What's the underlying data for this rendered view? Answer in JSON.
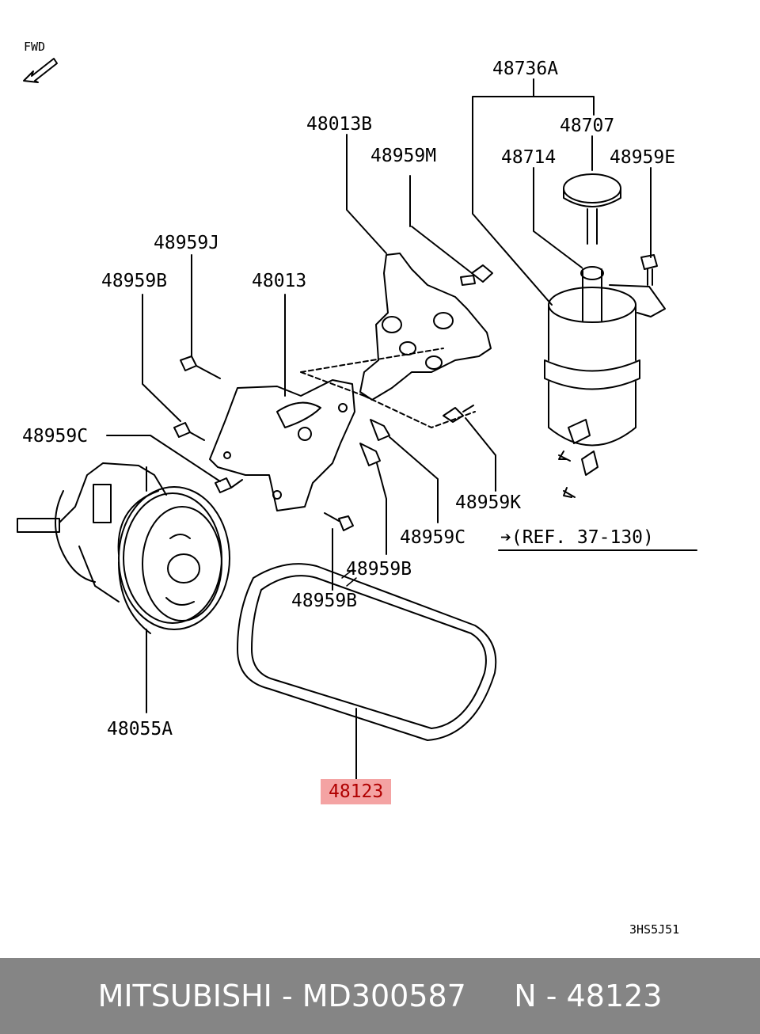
{
  "diagram": {
    "fwd_label": "FWD",
    "ref_note": "➔(REF. 37-130)",
    "code": "3HS5J51",
    "highlight_color": "#f4a3a3",
    "labels": {
      "l48736A": "48736A",
      "l48707": "48707",
      "l48714": "48714",
      "l48959E": "48959E",
      "l48013B": "48013B",
      "l48959M": "48959M",
      "l48959J": "48959J",
      "l48959B_1": "48959B",
      "l48013": "48013",
      "l48959C_1": "48959C",
      "l48959K": "48959K",
      "l48959C_2": "48959C",
      "l48959B_2": "48959B",
      "l48959B_3": "48959B",
      "l48055A": "48055A",
      "l48123": "48123"
    }
  },
  "footer": {
    "text": "MITSUBISHI - MD300587     N - 48123",
    "background": "#858585"
  }
}
